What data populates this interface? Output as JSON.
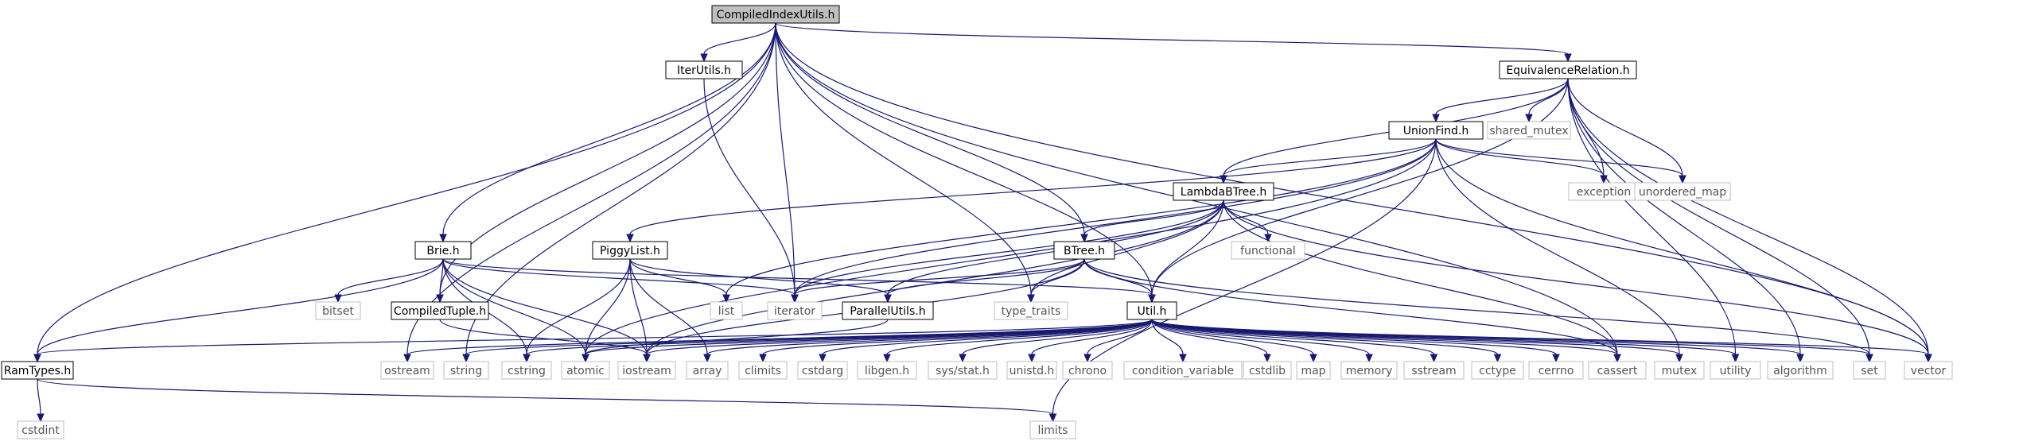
{
  "nodes": {
    "root": "CompiledIndexUtils.h",
    "iterutils": "IterUtils.h",
    "eqrel": "EquivalenceRelation.h",
    "shared_mutex": "shared_mutex",
    "unionfind": "UnionFind.h",
    "exception": "exception",
    "unordered_map": "unordered_map",
    "lambdabtree": "LambdaBTree.h",
    "functional": "functional",
    "brie": "Brie.h",
    "piggylist": "PiggyList.h",
    "btree": "BTree.h",
    "bitset": "bitset",
    "list": "list",
    "iterator": "iterator",
    "type_traits": "type_traits",
    "compiledtuple": "CompiledTuple.h",
    "parallelutils": "ParallelUtils.h",
    "util": "Util.h",
    "ramtypes": "RamTypes.h",
    "ostream": "ostream",
    "string": "string",
    "cstring": "cstring",
    "atomic": "atomic",
    "iostream": "iostream",
    "array": "array",
    "climits": "climits",
    "cstdarg": "cstdarg",
    "libgen": "libgen.h",
    "sysstat": "sys/stat.h",
    "unistd": "unistd.h",
    "chrono": "chrono",
    "condvar": "condition_variable",
    "cstdlib": "cstdlib",
    "map": "map",
    "memory": "memory",
    "sstream": "sstream",
    "cctype": "cctype",
    "cerrno": "cerrno",
    "cassert": "cassert",
    "mutex": "mutex",
    "utility": "utility",
    "algorithm": "algorithm",
    "set": "set",
    "vector": "vector",
    "cstdint": "cstdint",
    "limits": "limits"
  },
  "edges": [
    [
      "root",
      "iterutils"
    ],
    [
      "root",
      "eqrel"
    ],
    [
      "root",
      "brie"
    ],
    [
      "root",
      "ramtypes"
    ],
    [
      "root",
      "ostream"
    ],
    [
      "root",
      "string"
    ],
    [
      "root",
      "compiledtuple"
    ],
    [
      "root",
      "iterator"
    ],
    [
      "root",
      "type_traits"
    ],
    [
      "root",
      "btree"
    ],
    [
      "root",
      "util"
    ],
    [
      "root",
      "cassert"
    ],
    [
      "root",
      "vector"
    ],
    [
      "iterutils",
      "iterator"
    ],
    [
      "eqrel",
      "unionfind"
    ],
    [
      "eqrel",
      "shared_mutex"
    ],
    [
      "eqrel",
      "exception"
    ],
    [
      "eqrel",
      "unordered_map"
    ],
    [
      "eqrel",
      "lambdabtree"
    ],
    [
      "eqrel",
      "util"
    ],
    [
      "eqrel",
      "utility"
    ],
    [
      "eqrel",
      "algorithm"
    ],
    [
      "eqrel",
      "set"
    ],
    [
      "eqrel",
      "vector"
    ],
    [
      "unionfind",
      "lambdabtree"
    ],
    [
      "unionfind",
      "piggylist"
    ],
    [
      "unionfind",
      "exception"
    ],
    [
      "unionfind",
      "unordered_map"
    ],
    [
      "unionfind",
      "list"
    ],
    [
      "unionfind",
      "iterator"
    ],
    [
      "unionfind",
      "atomic"
    ],
    [
      "unionfind",
      "mutex"
    ],
    [
      "unionfind",
      "vector"
    ],
    [
      "unionfind",
      "limits"
    ],
    [
      "lambdabtree",
      "btree"
    ],
    [
      "lambdabtree",
      "functional"
    ],
    [
      "lambdabtree",
      "util"
    ],
    [
      "lambdabtree",
      "iterator"
    ],
    [
      "lambdabtree",
      "type_traits"
    ],
    [
      "lambdabtree",
      "parallelutils"
    ],
    [
      "lambdabtree",
      "iostream"
    ],
    [
      "lambdabtree",
      "cassert"
    ],
    [
      "lambdabtree",
      "vector"
    ],
    [
      "brie",
      "compiledtuple"
    ],
    [
      "brie",
      "ramtypes"
    ],
    [
      "brie",
      "bitset"
    ],
    [
      "brie",
      "iterator"
    ],
    [
      "brie",
      "util"
    ],
    [
      "brie",
      "cstring"
    ],
    [
      "brie",
      "atomic"
    ],
    [
      "brie",
      "iostream"
    ],
    [
      "piggylist",
      "list"
    ],
    [
      "piggylist",
      "parallelutils"
    ],
    [
      "piggylist",
      "atomic"
    ],
    [
      "piggylist",
      "iostream"
    ],
    [
      "piggylist",
      "array"
    ],
    [
      "piggylist",
      "cstring"
    ],
    [
      "btree",
      "util"
    ],
    [
      "btree",
      "parallelutils"
    ],
    [
      "btree",
      "iterator"
    ],
    [
      "btree",
      "type_traits"
    ],
    [
      "btree",
      "iostream"
    ],
    [
      "btree",
      "cassert"
    ],
    [
      "btree",
      "set"
    ],
    [
      "compiledtuple",
      "iostream"
    ],
    [
      "parallelutils",
      "atomic"
    ],
    [
      "util",
      "ramtypes"
    ],
    [
      "util",
      "ostream"
    ],
    [
      "util",
      "string"
    ],
    [
      "util",
      "cstring"
    ],
    [
      "util",
      "atomic"
    ],
    [
      "util",
      "iostream"
    ],
    [
      "util",
      "array"
    ],
    [
      "util",
      "climits"
    ],
    [
      "util",
      "cstdarg"
    ],
    [
      "util",
      "libgen"
    ],
    [
      "util",
      "sysstat"
    ],
    [
      "util",
      "unistd"
    ],
    [
      "util",
      "chrono"
    ],
    [
      "util",
      "condvar"
    ],
    [
      "util",
      "cstdlib"
    ],
    [
      "util",
      "map"
    ],
    [
      "util",
      "memory"
    ],
    [
      "util",
      "sstream"
    ],
    [
      "util",
      "cctype"
    ],
    [
      "util",
      "cerrno"
    ],
    [
      "util",
      "cassert"
    ],
    [
      "util",
      "mutex"
    ],
    [
      "util",
      "utility"
    ],
    [
      "util",
      "algorithm"
    ],
    [
      "util",
      "set"
    ],
    [
      "util",
      "vector"
    ],
    [
      "ramtypes",
      "cstdint"
    ],
    [
      "ramtypes",
      "limits"
    ]
  ]
}
